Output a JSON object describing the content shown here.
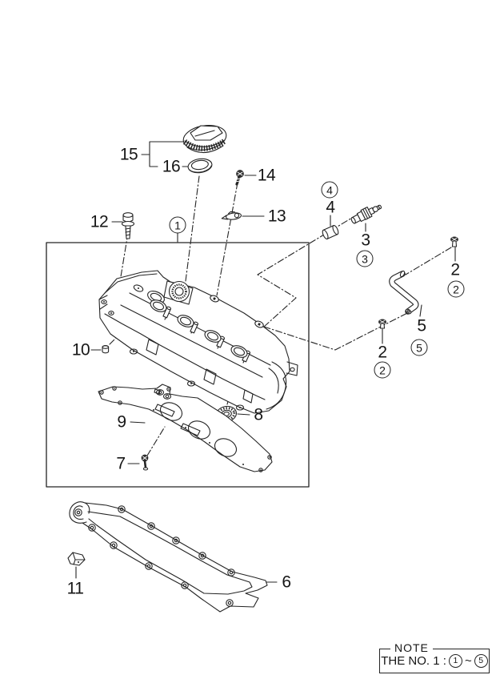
{
  "page": {
    "background": "#ffffff",
    "ink": "#242424"
  },
  "parts": {
    "p1": "1",
    "p2": "2",
    "p3": "3",
    "p4": "4",
    "p5": "5",
    "p6": "6",
    "p7": "7",
    "p8": "8",
    "p9": "9",
    "p10": "10",
    "p11": "11",
    "p12": "12",
    "p13": "13",
    "p14": "14",
    "p15": "15",
    "p16": "16"
  },
  "note": {
    "title": "NOTE",
    "prefix": "THE NO. 1 :",
    "from": "1",
    "tilde": "~",
    "to": "5"
  }
}
